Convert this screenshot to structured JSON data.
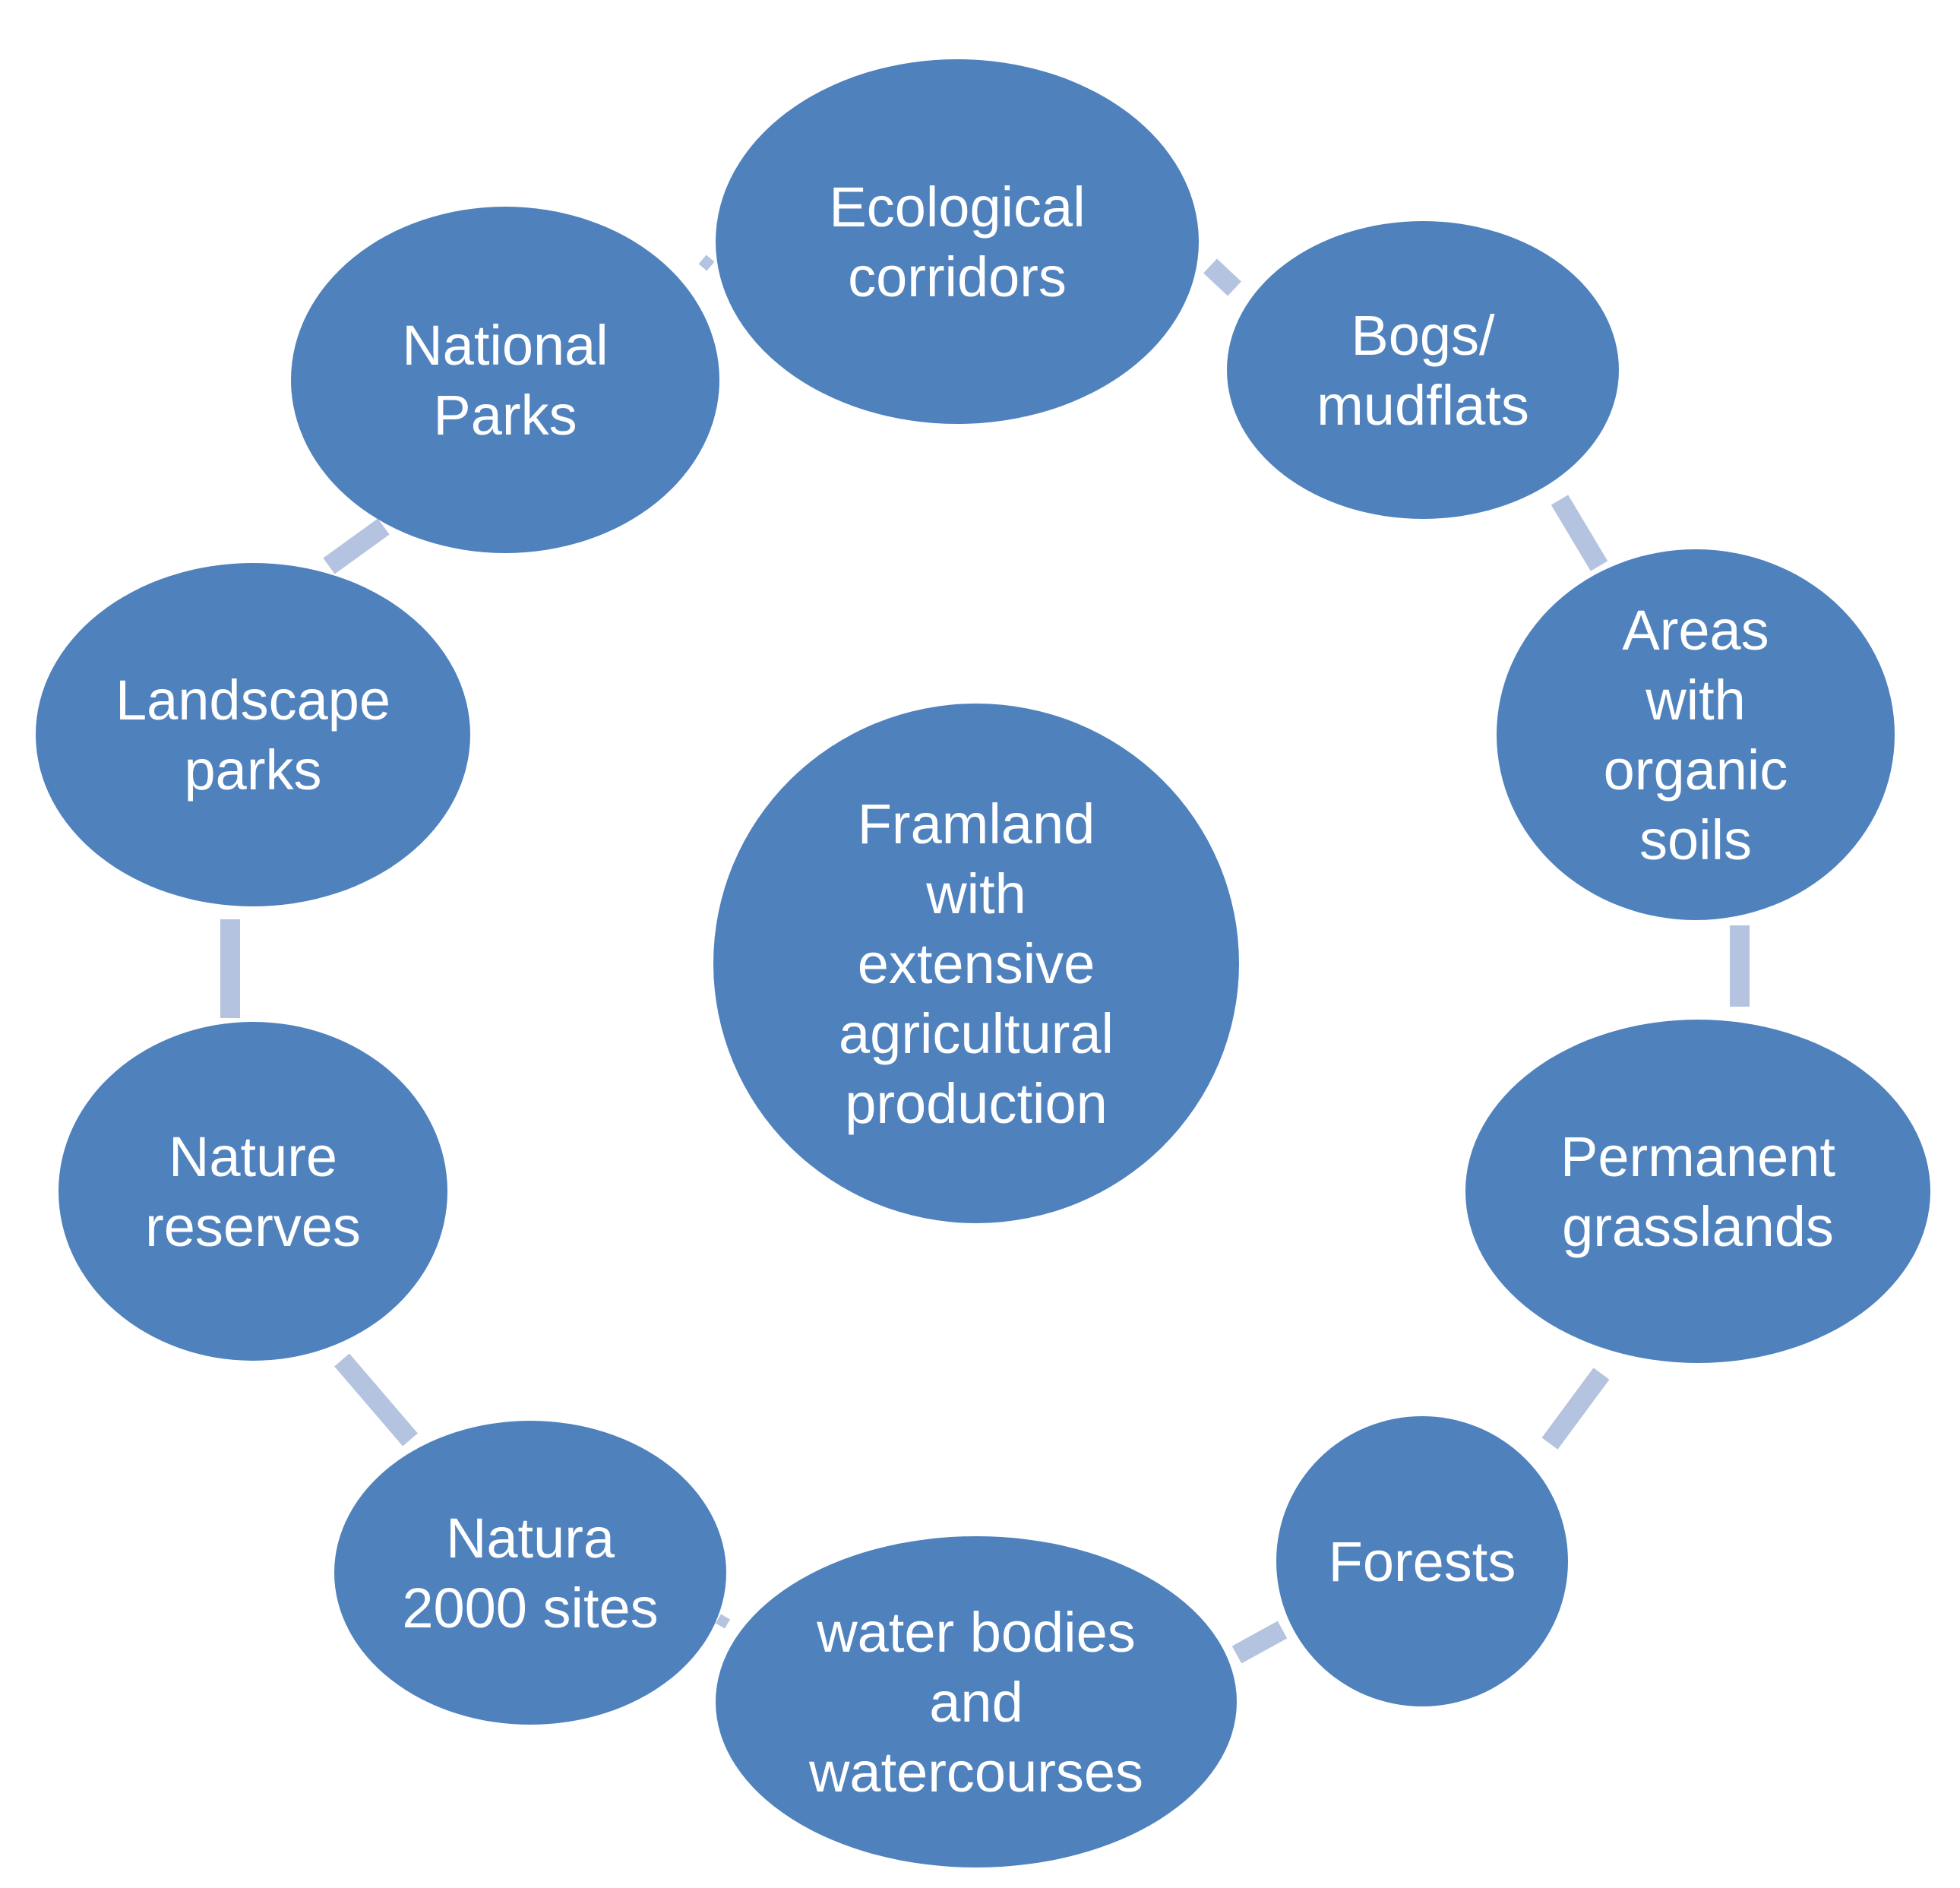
{
  "colors": {
    "node_fill": "#4f81bd",
    "connector": "#b4c3df",
    "text": "#ffffff",
    "background": "#ffffff"
  },
  "center": {
    "lines": [
      "Framland",
      "with",
      "extensive",
      "agricultural",
      "production"
    ]
  },
  "nodes": [
    {
      "id": "ecological-corridors",
      "lines": [
        "Ecological",
        "corridors"
      ]
    },
    {
      "id": "bogs-mudflats",
      "lines": [
        "Bogs/",
        "mudflats"
      ]
    },
    {
      "id": "areas-organic-soils",
      "lines": [
        "Areas",
        "with",
        "organic",
        "soils"
      ]
    },
    {
      "id": "permanent-grasslands",
      "lines": [
        "Permanent",
        "grasslands"
      ]
    },
    {
      "id": "forests",
      "lines": [
        "Forests"
      ]
    },
    {
      "id": "water-bodies",
      "lines": [
        "water bodies",
        "and",
        "watercourses"
      ]
    },
    {
      "id": "natura-2000",
      "lines": [
        "Natura",
        "2000 sites"
      ]
    },
    {
      "id": "nature-reserves",
      "lines": [
        "Nature",
        "reserves"
      ]
    },
    {
      "id": "landscape-parks",
      "lines": [
        "Landscape",
        "parks"
      ]
    },
    {
      "id": "national-parks",
      "lines": [
        "National",
        "Parks"
      ]
    }
  ]
}
